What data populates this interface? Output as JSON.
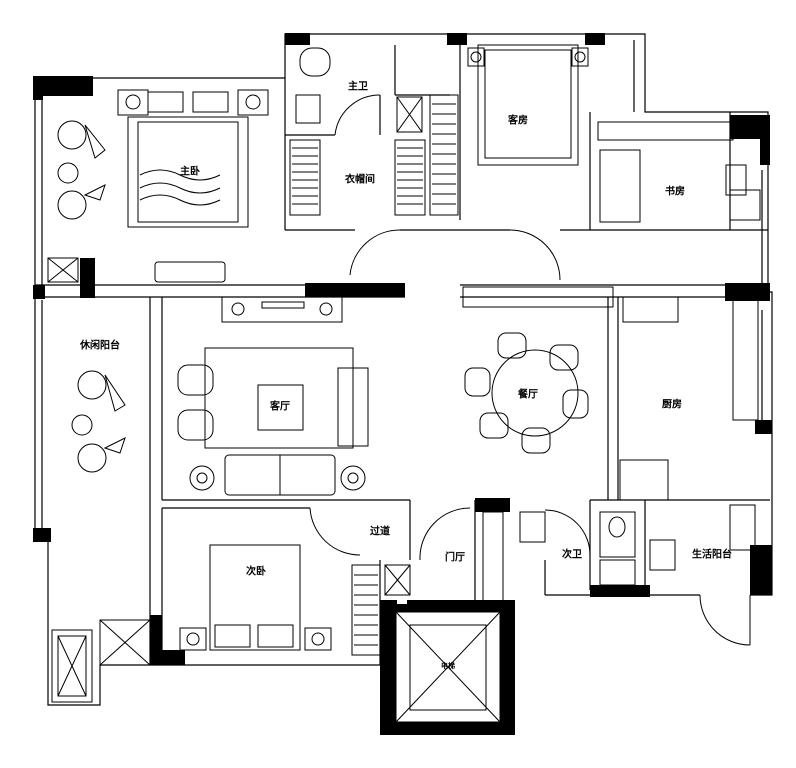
{
  "rooms": {
    "master_bath": "主卫",
    "master_bedroom": "主卧",
    "walk_in_closet": "衣帽间",
    "guest_room": "客房",
    "study": "书房",
    "leisure_balcony": "休闲阳台",
    "living_room": "客厅",
    "dining_room": "餐厅",
    "kitchen": "厨房",
    "corridor": "过道",
    "foyer": "门厅",
    "secondary_bath": "次卫",
    "service_balcony": "生活阳台",
    "second_bedroom": "次卧"
  },
  "elevator_mark": "电梯"
}
